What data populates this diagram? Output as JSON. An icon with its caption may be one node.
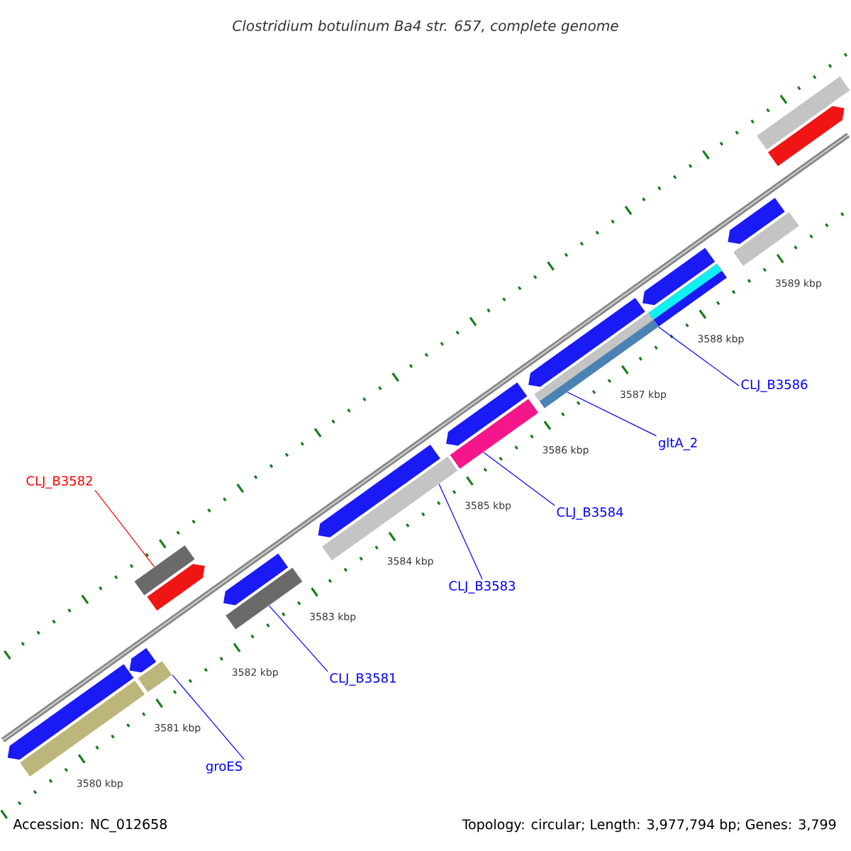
{
  "diagram": {
    "title": "Clostridium botulinum Ba4 str. 657, complete genome",
    "nodes": [
      {
        "text": [
          "CLJ_B3582"
        ]
      },
      {
        "text": [
          "groES"
        ]
      },
      {
        "text": [
          "CLJ_B3581"
        ]
      },
      {
        "text": [
          "CLJ_B3583"
        ]
      },
      {
        "text": [
          "CLJ_B3584"
        ]
      },
      {
        "text": [
          "gltA_2"
        ]
      },
      {
        "text": [
          "CLJ_B3586"
        ]
      },
      {
        "text": [],
        "shape": "bar"
      },
      {
        "text": [],
        "shape": "bar"
      },
      {
        "text": [],
        "shape": "bar"
      },
      {
        "text": [],
        "shape": "bar"
      },
      {
        "text": [],
        "shape": "bar"
      },
      {
        "text": [],
        "shape": "bar"
      },
      {
        "text": [],
        "shape": "bar"
      },
      {
        "text": [],
        "shape": "arrow"
      },
      {
        "text": [],
        "shape": "arrow"
      },
      {
        "text": [],
        "shape": "arrow"
      },
      {
        "text": [],
        "shape": "arrow"
      },
      {
        "text": [],
        "shape": "arrow"
      },
      {
        "text": [],
        "shape": "arrow"
      },
      {
        "text": [],
        "shape": "arrow"
      },
      {
        "text": [],
        "shape": "arrow"
      },
      {
        "text": [],
        "shape": "arrow"
      },
      {
        "text": [],
        "shape": "arrow"
      },
      {
        "text": [],
        "shape": "bar"
      },
      {
        "text": [],
        "shape": "bar"
      },
      {
        "text": [],
        "shape": "bar"
      }
    ],
    "edges": [
      {
        "from": 0,
        "to": 7,
        "arrow": "none",
        "color": "#ff0000"
      },
      {
        "from": 1,
        "to": 8,
        "arrow": "none"
      },
      {
        "from": 2,
        "to": 9,
        "arrow": "none"
      },
      {
        "from": 3,
        "to": 10,
        "arrow": "none"
      },
      {
        "from": 4,
        "to": 11,
        "arrow": "none"
      },
      {
        "from": 5,
        "to": 12,
        "arrow": "none"
      },
      {
        "from": 6,
        "to": 13,
        "arrow": "none"
      }
    ],
    "labels": [
      "3580 kbp",
      "3581 kbp",
      "3582 kbp",
      "3583 kbp",
      "3584 kbp",
      "3585 kbp",
      "3586 kbp",
      "3587 kbp",
      "3588 kbp",
      "3589 kbp",
      "Accession: NC_012658",
      "Topology: circular; Length: 3,977,794 bp; Genes: 3,799"
    ]
  }
}
